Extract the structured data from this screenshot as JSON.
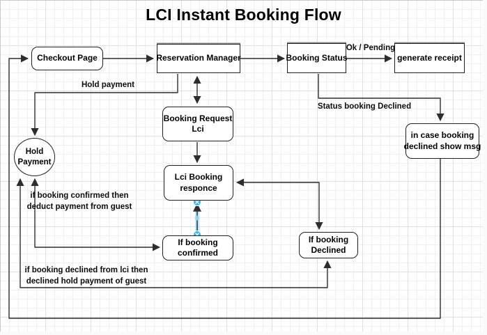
{
  "title": "LCI Instant Booking Flow",
  "colors": {
    "node_fill": "#ffffff",
    "node_border": "#1f1f1f",
    "edge": "#2d2d2d",
    "selection_handle": "#29b6f2",
    "selection_halo": "#a6e0f9",
    "grid_minor": "#eff1f3",
    "grid_major": "#dde1e5"
  },
  "nodes": {
    "checkout_page": {
      "label": "Checkout Page"
    },
    "reservation_manager": {
      "label": "Reservation Manager"
    },
    "booking_status": {
      "label": "Booking Status"
    },
    "generate_receipt": {
      "label": "generate receipt"
    },
    "booking_request_lci": {
      "line1": "Booking Request",
      "line2": "Lci"
    },
    "lci_booking_responce": {
      "line1": "Lci Booking",
      "line2": "responce"
    },
    "if_booking_confirmed": {
      "line1": "If booking",
      "line2": "confirmed"
    },
    "if_booking_declined": {
      "line1": "If booking",
      "line2": "Declined"
    },
    "in_case_declined_msg": {
      "line1": "in case booking",
      "line2": "declined show msg"
    },
    "hold_payment": {
      "line1": "Hold",
      "line2": "Payment"
    }
  },
  "edge_labels": {
    "hold_payment": "Hold payment",
    "ok_pending": "Ok / Pending",
    "status_booking_declined": "Status booking Declined",
    "confirmed_line1": "if booking confirmed then",
    "confirmed_line2": "deduct payment from guest",
    "declined_line1": "if booking declined from lci then",
    "declined_line2": "declined hold payment of guest"
  }
}
